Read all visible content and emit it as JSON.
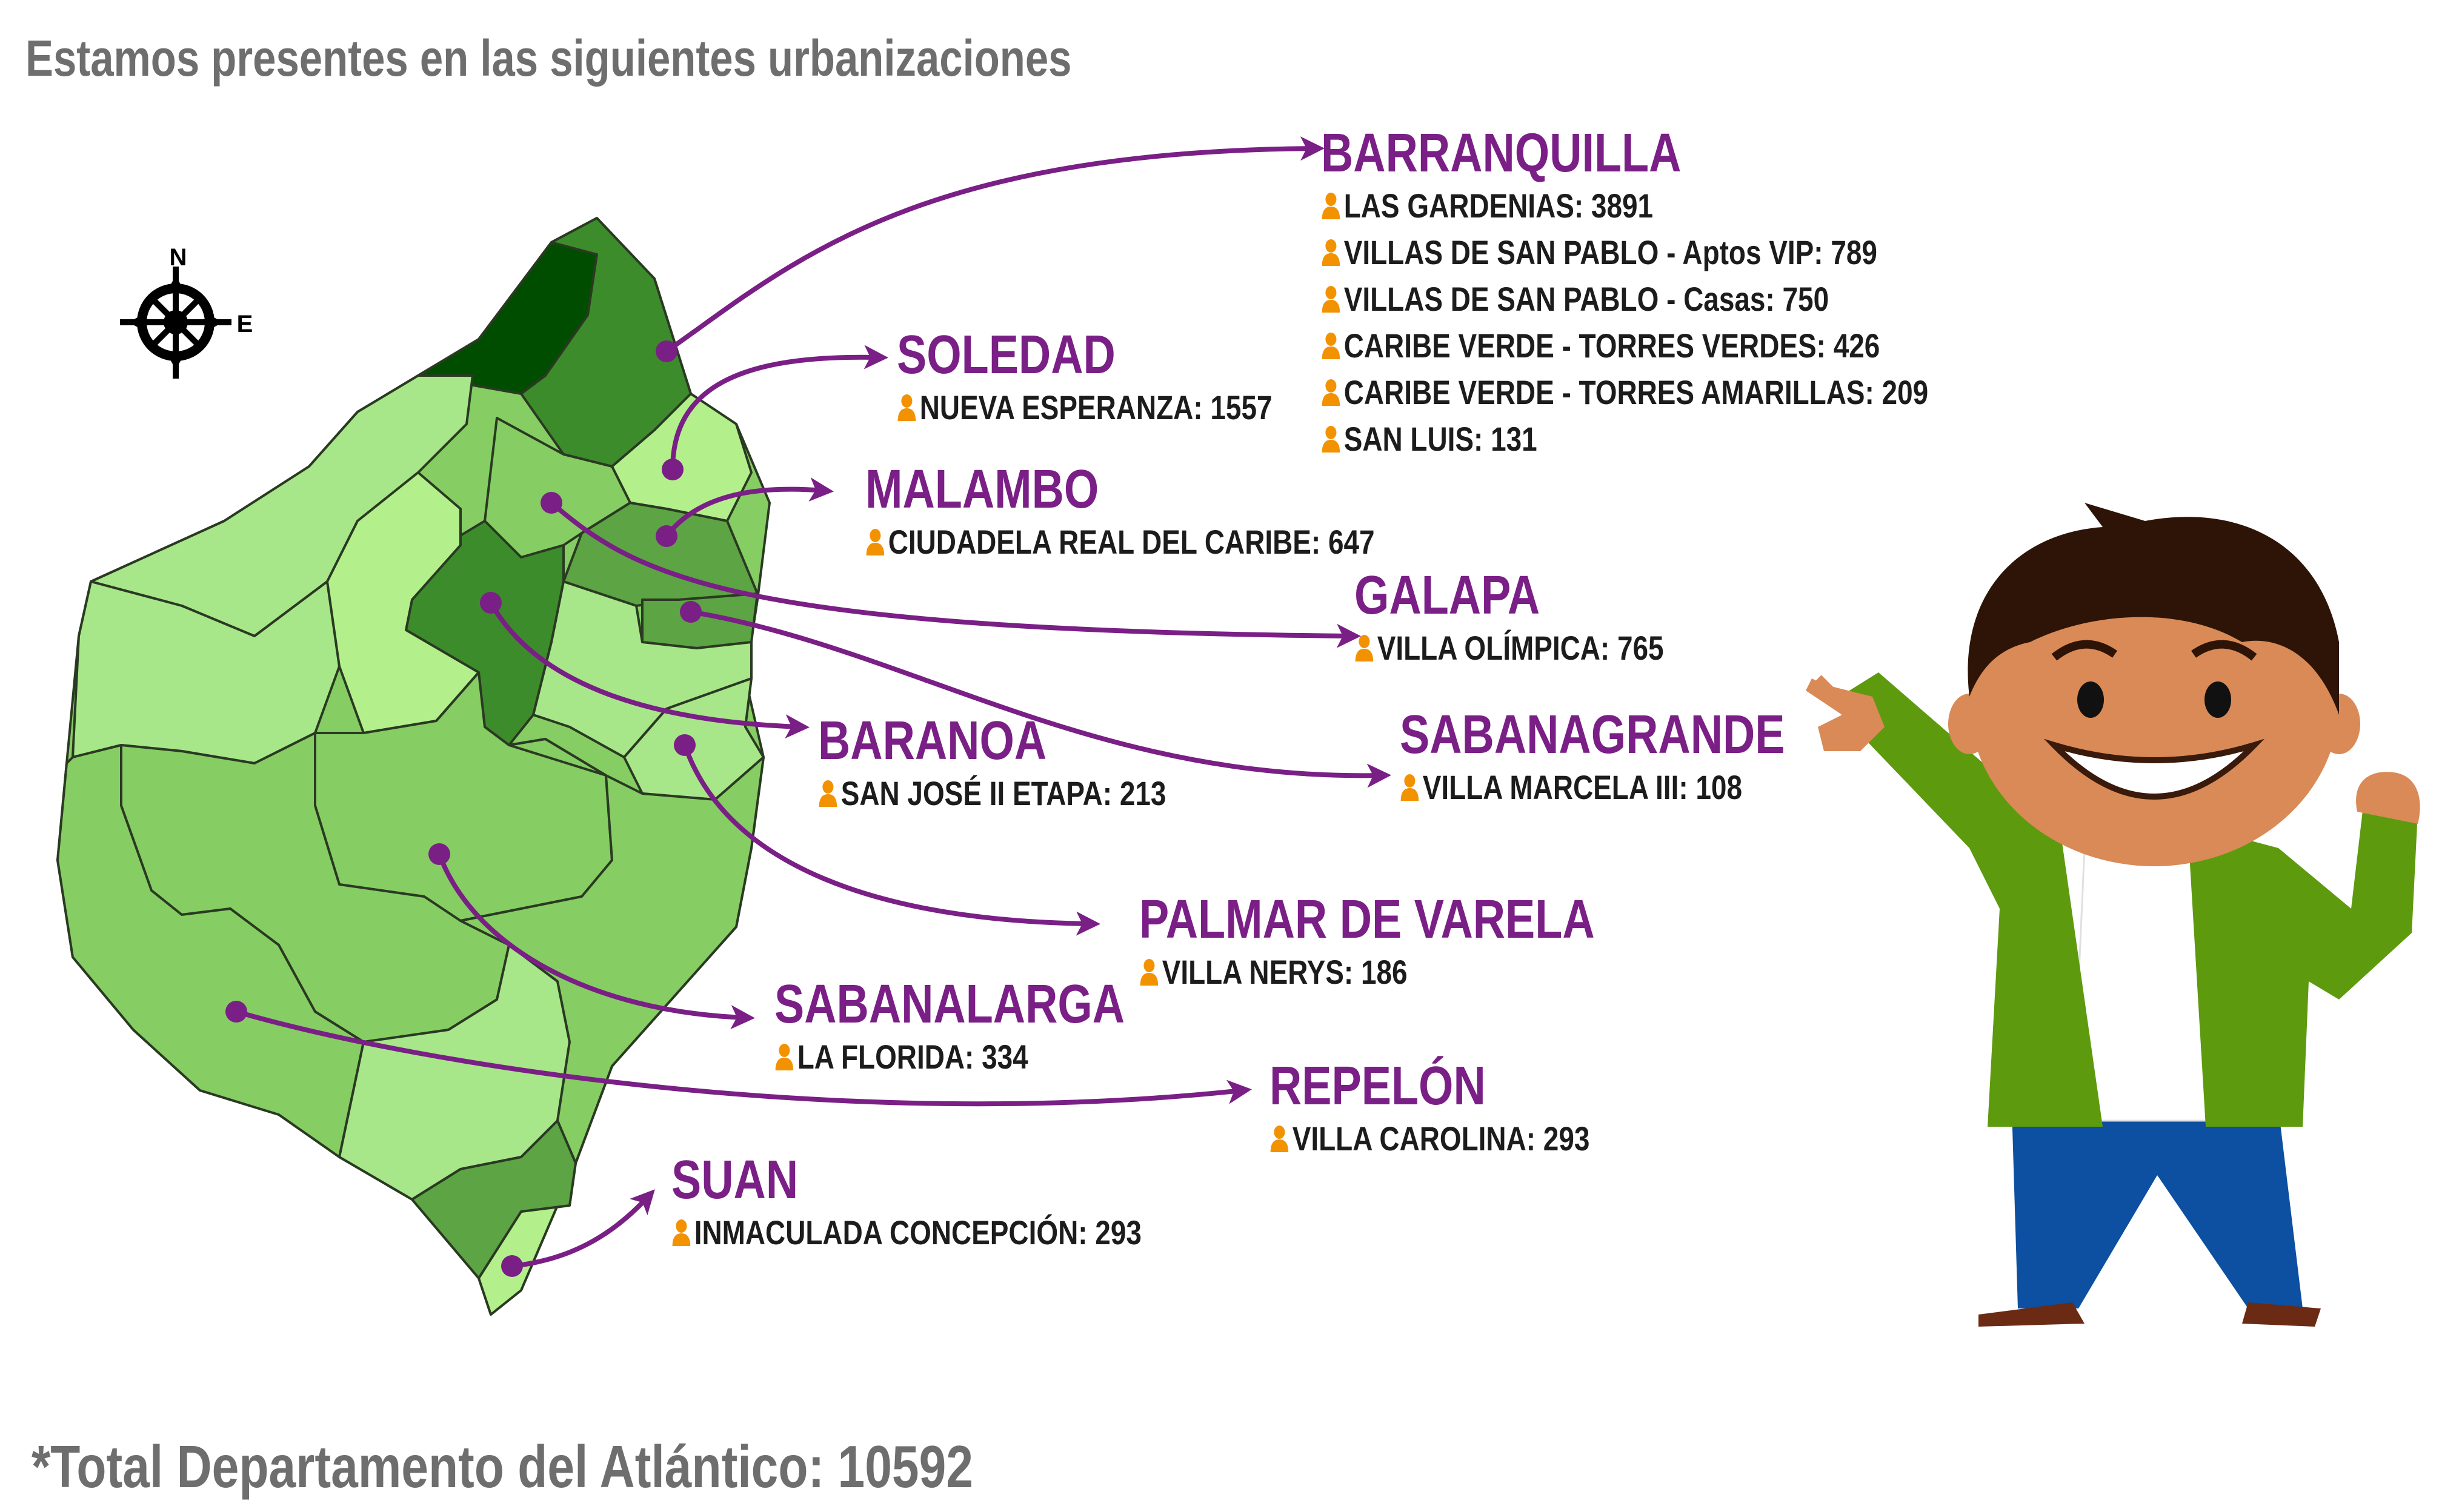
{
  "title": "Estamos presentes en las siguientes urbanizaciones",
  "total": "*Total Departamento del Atlántico: 10592",
  "compass": {
    "north": "N",
    "east": "E"
  },
  "colors": {
    "city": "#7a1f86",
    "arrow": "#7a1f86",
    "person_icon": "#f39200",
    "title_text": "#6e6e6e"
  },
  "cities": [
    {
      "name": "BARRANQUILLA",
      "items": [
        "LAS GARDENIAS: 3891",
        "VILLAS DE SAN PABLO - Aptos VIP: 789",
        "VILLAS DE SAN PABLO - Casas: 750",
        "CARIBE VERDE - TORRES VERDES: 426",
        "CARIBE VERDE - TORRES AMARILLAS: 209",
        "SAN LUIS: 131"
      ]
    },
    {
      "name": "SOLEDAD",
      "items": [
        "NUEVA ESPERANZA: 1557"
      ]
    },
    {
      "name": "MALAMBO",
      "items": [
        "CIUDADELA REAL DEL CARIBE: 647"
      ]
    },
    {
      "name": "GALAPA",
      "items": [
        "VILLA OLÍMPICA: 765"
      ]
    },
    {
      "name": "BARANOA",
      "items": [
        "SAN JOSÉ II ETAPA: 213"
      ]
    },
    {
      "name": "SABANAGRANDE",
      "items": [
        "VILLA MARCELA III: 108"
      ]
    },
    {
      "name": "PALMAR DE VARELA",
      "items": [
        "VILLA NERYS: 186"
      ]
    },
    {
      "name": "SABANALARGA",
      "items": [
        "LA FLORIDA: 334"
      ]
    },
    {
      "name": "REPELÓN",
      "items": [
        "VILLA CAROLINA: 293"
      ]
    },
    {
      "name": "SUAN",
      "items": [
        "INMACULADA CONCEPCIÓN: 293"
      ]
    }
  ]
}
